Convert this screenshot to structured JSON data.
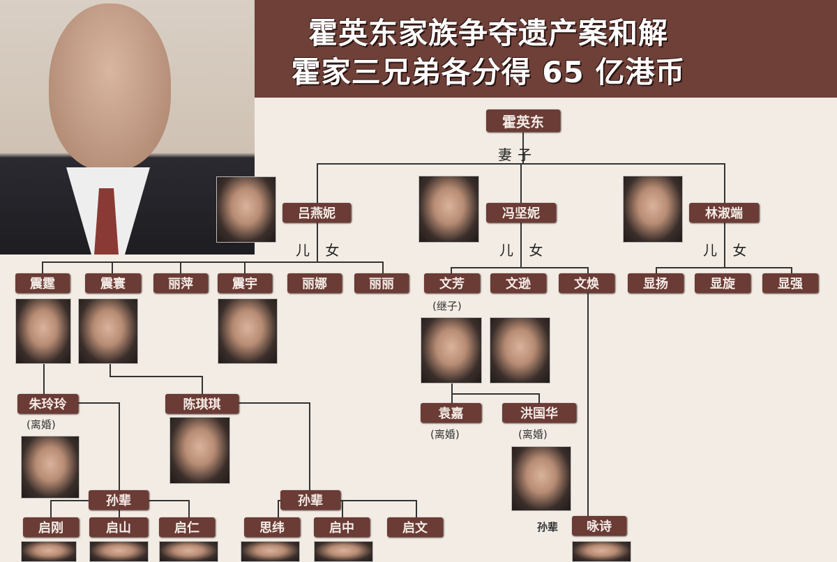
{
  "header": {
    "title_line1": "霍英东家族争夺遗产案和解",
    "title_line2": "霍家三兄弟各分得 65 亿港币"
  },
  "root": {
    "name": "霍英东",
    "wives_label": "妻子"
  },
  "wives": [
    {
      "name": "吕燕妮",
      "children_label": "儿 女"
    },
    {
      "name": "冯坚妮",
      "children_label": "儿 女"
    },
    {
      "name": "林淑端",
      "children_label": "儿 女"
    }
  ],
  "children_lu": [
    "震霆",
    "震寰",
    "丽萍",
    "震宇",
    "丽娜",
    "丽丽"
  ],
  "children_feng": [
    "文芳",
    "文逊",
    "文焕"
  ],
  "children_feng_note": "(继子)",
  "children_lin": [
    "显扬",
    "显旋",
    "显强"
  ],
  "spouses": [
    {
      "name": "朱玲玲",
      "note": "(离婚)"
    },
    {
      "name": "陈琪琪"
    },
    {
      "name": "袁嘉",
      "note": "(离婚)"
    },
    {
      "name": "洪国华",
      "note": "(离婚)"
    }
  ],
  "grandchildren_label": "孙辈",
  "grandchildren_a": [
    "启刚",
    "启山",
    "启仁"
  ],
  "grandchildren_b": [
    "思纬",
    "启中",
    "启文"
  ],
  "grandchild_c": {
    "label": "孙辈",
    "name": "咏诗"
  },
  "colors": {
    "header": "#6e4038",
    "box": "#6b3b36",
    "background": "#f2ece4"
  }
}
